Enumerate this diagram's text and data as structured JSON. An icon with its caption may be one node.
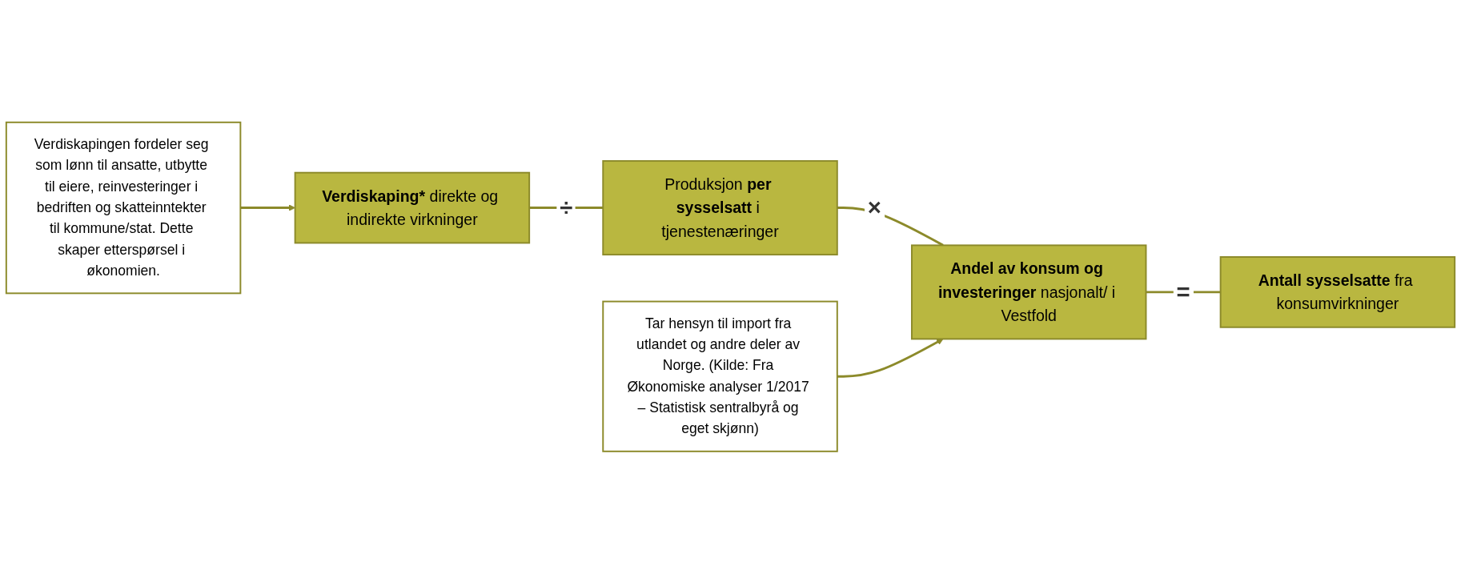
{
  "diagram": {
    "nodes": [
      {
        "text": [
          "**Verdiskaping*** direkte og indirekte virkninger"
        ]
      },
      {
        "text": [
          "Produksjon **per sysselsatt** i tjenestenæringer"
        ]
      },
      {
        "text": [
          "**Andel av konsum og investeringer** nasjonalt/ i Vestfold"
        ]
      },
      {
        "text": [
          "**Antall sysselsatte** fra konsumvirkninger"
        ]
      },
      {
        "text": [
          "Verdiskapingen fordeler seg som lønn til ansatte, utbytte til eiere, reinvesteringer i bedriften og skatteinntekter til kommune/stat. Dette skaper etterspørsel i økonomien."
        ]
      },
      {
        "text": [
          "Tar hensyn til import fra utlandet og andre deler av Norge. (Kilde: Fra Økonomiske analyser 1/2017 – Statistisk sentralbyrå og eget skjønn)"
        ]
      }
    ],
    "edges": [
      {
        "from": 0,
        "to": 1,
        "arrow": "none",
        "label": "÷"
      },
      {
        "from": 1,
        "to": 2,
        "arrow": "none",
        "label": "×"
      },
      {
        "from": 2,
        "to": 3,
        "arrow": "none",
        "label": "="
      },
      {
        "from": 4,
        "to": 0,
        "arrow": "to"
      },
      {
        "from": 5,
        "to": 2,
        "arrow": "to"
      }
    ]
  }
}
